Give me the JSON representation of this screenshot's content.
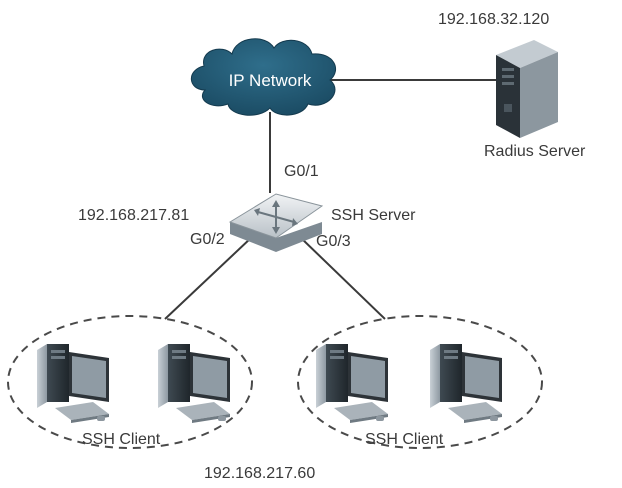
{
  "nodes": {
    "cloud": {
      "label": "IP Network"
    },
    "radius": {
      "ip": "192.168.32.120",
      "label": "Radius Server"
    },
    "switch": {
      "ip": "192.168.217.81",
      "label": "SSH Server"
    },
    "clients_left": {
      "label": "SSH Client"
    },
    "clients_right": {
      "label": "SSH Client"
    }
  },
  "ports": {
    "uplink": "G0/1",
    "left": "G0/2",
    "right": "G0/3"
  },
  "bottom_ip": "192.168.217.60"
}
